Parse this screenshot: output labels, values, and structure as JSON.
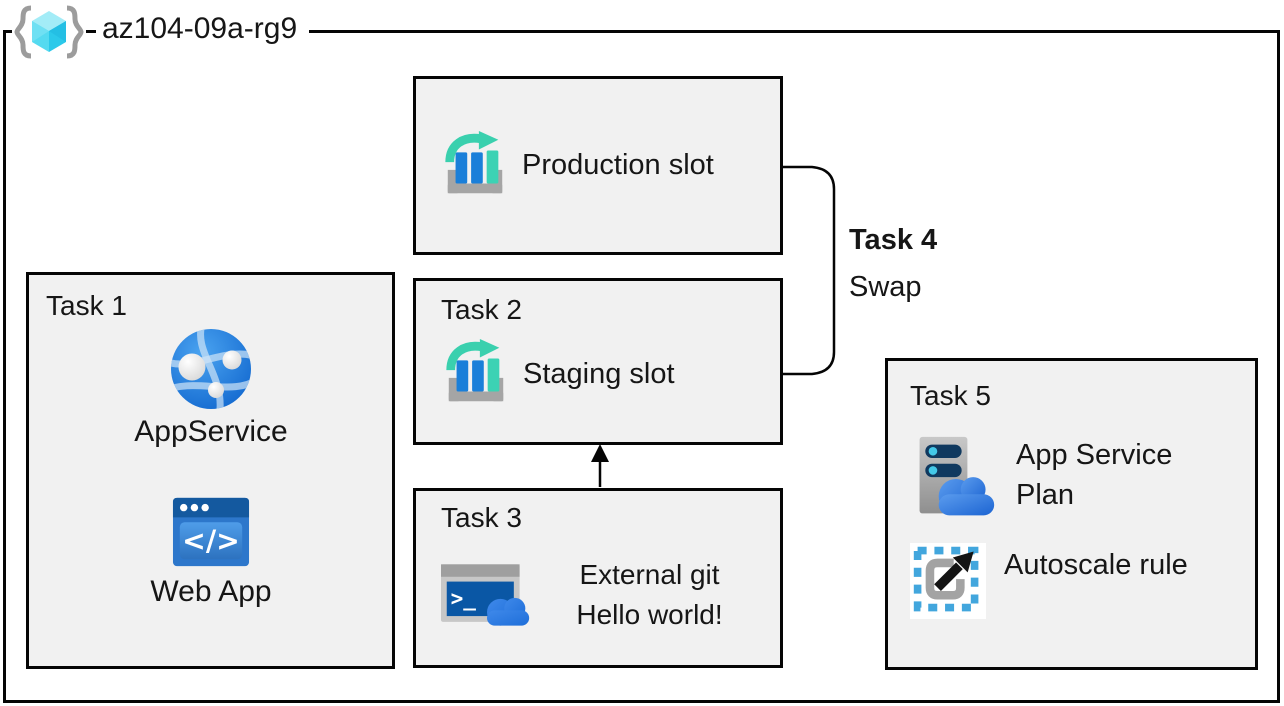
{
  "header": {
    "group_label": "az104-09a-rg9"
  },
  "boxes": {
    "production": {
      "label": "Production slot"
    },
    "task1": {
      "title": "Task 1",
      "items": [
        {
          "label": "AppService",
          "icon": "app-service-icon"
        },
        {
          "label": "Web App",
          "icon": "web-app-icon"
        }
      ]
    },
    "task2": {
      "title": "Task 2",
      "label": "Staging slot"
    },
    "task3": {
      "title": "Task 3",
      "line1": "External git",
      "line2": "Hello world!",
      "icon": "cloud-shell-icon"
    },
    "task4": {
      "title": "Task 4",
      "label": "Swap"
    },
    "task5": {
      "title": "Task 5",
      "items": [
        {
          "label": "App Service Plan",
          "icon": "app-service-plan-icon"
        },
        {
          "label": "Autoscale rule",
          "icon": "autoscale-icon"
        }
      ]
    }
  },
  "colors": {
    "box_fill": "#f1f1f1",
    "box_border": "#050505",
    "bar_blue": "#1a7fd9",
    "bar_teal": "#3cd2b4",
    "tray_gray": "#a5a5a5",
    "globe_blue": "#1f74d4",
    "webapp_dark_blue": "#14599f",
    "webapp_blue": "#2d77cb",
    "terminal_navy": "#0a57a5",
    "cloud_blue": "#2579e2",
    "server_gray": "#a8a8a8",
    "pill_navy": "#10395f",
    "pill_cyan": "#44c8e8",
    "autoscale_dash_blue": "#42a6dd",
    "autoscale_bracket_gray": "#a3a3a3",
    "cube_cyan_top": "#a3ecf7",
    "cube_cyan_left": "#55daf0",
    "cube_cyan_right": "#2bc9ea",
    "brace_gray": "#9c9c9c"
  }
}
